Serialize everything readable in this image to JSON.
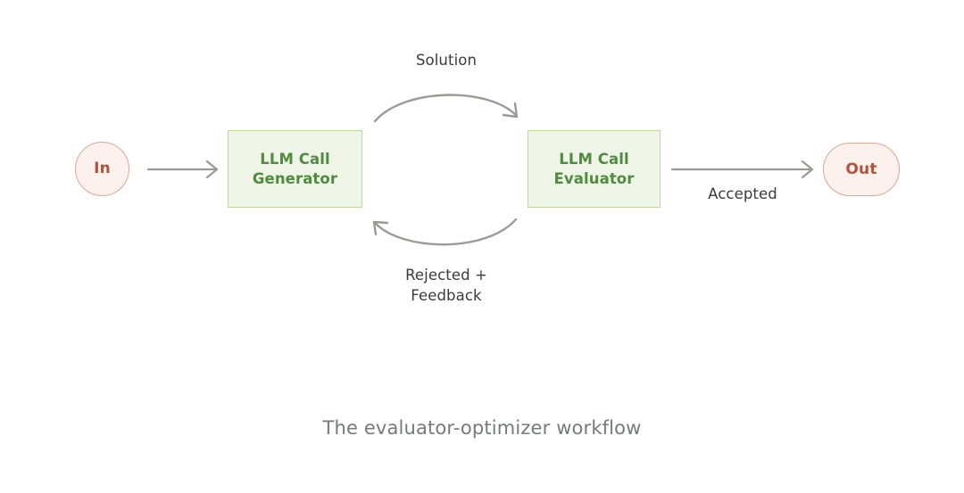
{
  "diagram": {
    "caption": "The evaluator-optimizer workflow",
    "nodes": {
      "input": {
        "label": "In",
        "shape": "circle",
        "fill": "#fcf1ed",
        "stroke": "#dba893",
        "text_color": "#b5533a"
      },
      "generator": {
        "label": "LLM Call\nGenerator",
        "shape": "rectangle",
        "fill": "#eef5e7",
        "stroke": "#bcd9a4",
        "text_color": "#4f8c3e"
      },
      "evaluator": {
        "label": "LLM Call\nEvaluator",
        "shape": "rectangle",
        "fill": "#eef5e7",
        "stroke": "#bcd9a4",
        "text_color": "#4f8c3e"
      },
      "output": {
        "label": "Out",
        "shape": "pill",
        "fill": "#fcf1ed",
        "stroke": "#dba893",
        "text_color": "#b5533a"
      }
    },
    "edges": [
      {
        "id": "in-to-generator",
        "label": "",
        "from": "input",
        "to": "generator",
        "style": "straight",
        "color": "#9a9a98"
      },
      {
        "id": "generator-to-evaluator",
        "label": "Solution",
        "from": "generator",
        "to": "evaluator",
        "style": "arc-up",
        "color": "#9a9a98"
      },
      {
        "id": "evaluator-to-generator",
        "label": "Rejected +\nFeedback",
        "from": "evaluator",
        "to": "generator",
        "style": "arc-down",
        "color": "#9a9a98"
      },
      {
        "id": "evaluator-to-out",
        "label": "Accepted",
        "from": "evaluator",
        "to": "output",
        "style": "straight",
        "color": "#9a9a98"
      }
    ],
    "colors": {
      "background": "#ffffff",
      "arrow": "#9a9a98",
      "label_text": "#3b3b3b",
      "caption_text": "#77797a"
    }
  }
}
